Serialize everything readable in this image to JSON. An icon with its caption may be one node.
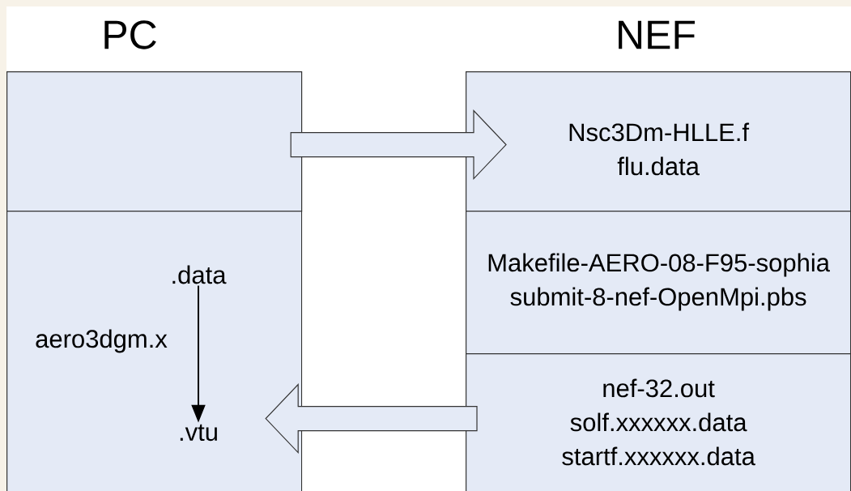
{
  "diagram": {
    "nodes": [
      {
        "text": [],
        "shape": "box"
      },
      {
        "text": [],
        "shape": "box"
      },
      {
        "text": [
          "Nsc3Dm-HLLE.f",
          "flu.data"
        ]
      },
      {
        "text": [
          "Makefile-AERO-08-F95-sophia",
          "submit-8-nef-OpenMpi.pbs"
        ]
      },
      {
        "text": [
          "nef-32.out",
          "solf.xxxxxx.data",
          "startf.xxxxxx.data"
        ]
      },
      {
        "text": [
          ".data"
        ],
        "in": 1
      },
      {
        "text": [
          ".vtu"
        ],
        "in": 1
      }
    ],
    "edges": [
      {
        "from": 0,
        "to": 2,
        "arrow": "to"
      },
      {
        "from": 4,
        "to": 1,
        "arrow": "to"
      },
      {
        "from": 5,
        "to": 6,
        "arrow": "to",
        "label": "aero3dgm.x"
      }
    ],
    "labels": [
      "PC",
      "NEF"
    ]
  }
}
